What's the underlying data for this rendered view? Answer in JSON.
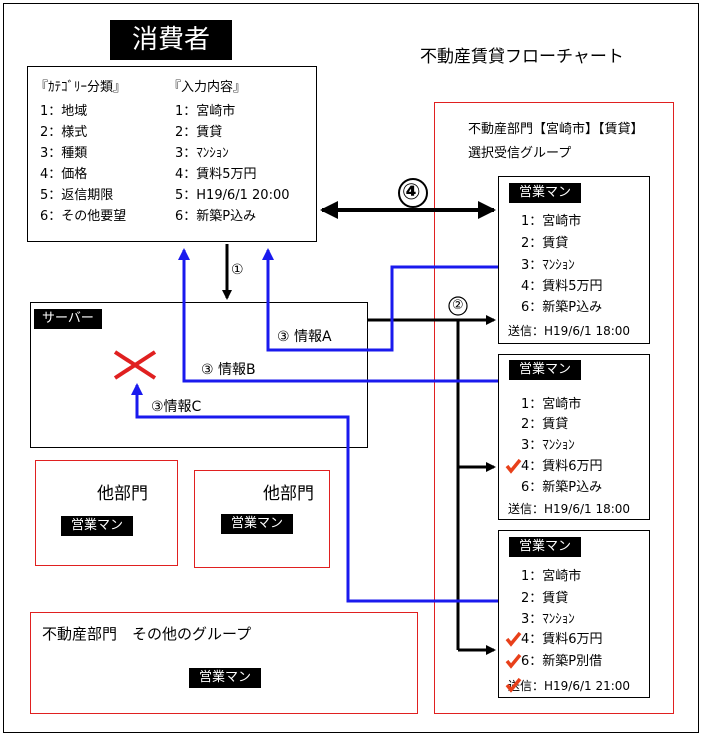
{
  "chart_title": "不動産賃貸フローチャート",
  "consumer": {
    "title": "消費者",
    "category_header": "『ｶﾃｺﾞﾘｰ分類』",
    "input_header": "『入力内容』",
    "categories": [
      "1：地域",
      "2：様式",
      "3：種類",
      "4：価格",
      "5：返信期限",
      "6：その他要望"
    ],
    "inputs": [
      "1：宮崎市",
      "2：賃貸",
      "3：ﾏﾝｼｮﾝ",
      "4：賃料5万円",
      "5：H19/6/1 20:00",
      "6：新築P込み"
    ]
  },
  "server": {
    "label": "サーバー",
    "info_a": "③ 情報A",
    "info_b": "③ 情報B",
    "info_c": "③情報C"
  },
  "step1": "①",
  "step2": "②",
  "step4": "④",
  "other_depts": [
    {
      "title": "他部門",
      "staff": "営業マン"
    },
    {
      "title": "他部門",
      "staff": "営業マン"
    }
  ],
  "other_group": {
    "title": "不動産部門　その他のグループ",
    "staff": "営業マン"
  },
  "selected_group": {
    "title_line1": "不動産部門【宮崎市】【賃貸】",
    "title_line2": "選択受信グループ"
  },
  "salesmen": [
    {
      "label": "営業マン",
      "items": [
        "1：宮崎市",
        "2：賃貸",
        "3：ﾏﾝｼｮﾝ",
        "4：賃料5万円",
        "6：新築P込み"
      ],
      "sent": "送信：H19/6/1 18:00"
    },
    {
      "label": "営業マン",
      "items": [
        "1：宮崎市",
        "2：賃貸",
        "3：ﾏﾝｼｮﾝ",
        "4：賃料6万円",
        "6：新築P込み"
      ],
      "sent": "送信：H19/6/1 18:00"
    },
    {
      "label": "営業マン",
      "items": [
        "1：宮崎市",
        "2：賃貸",
        "3：ﾏﾝｼｮﾝ",
        "4：賃料6万円",
        "6：新築P別借"
      ],
      "sent": "送信：H19/6/1 21:00"
    }
  ],
  "colors": {
    "blue": "#1a1aee",
    "red": "#e02020",
    "check": "#e8401a"
  }
}
